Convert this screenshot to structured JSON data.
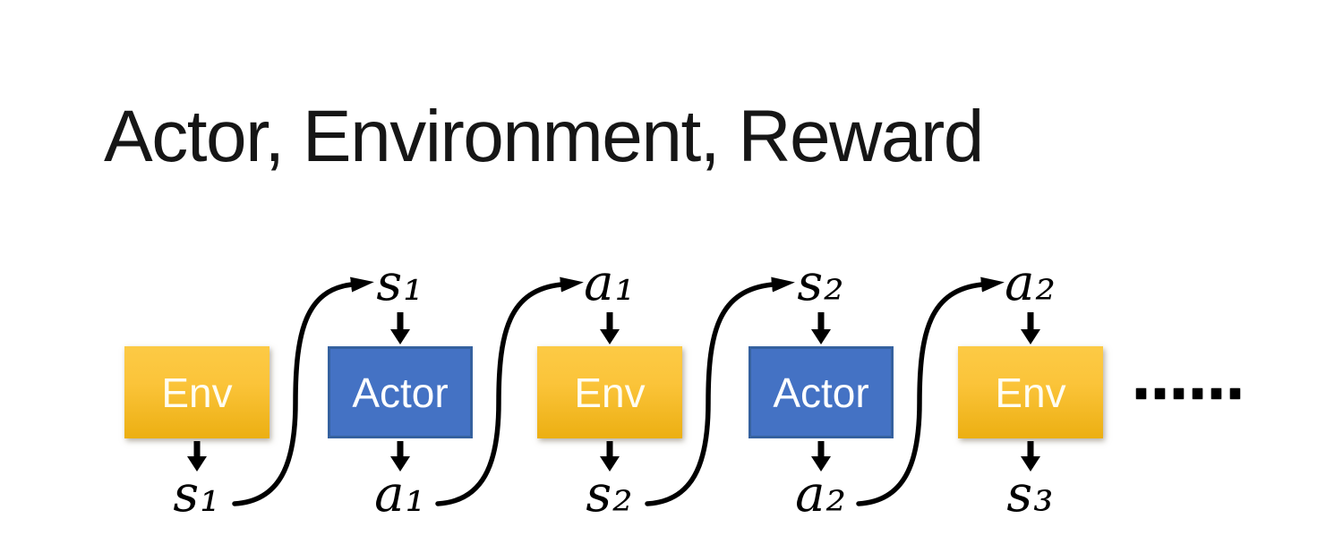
{
  "slide": {
    "title": "Actor, Environment, Reward",
    "ellipsis": "……"
  },
  "diagram": {
    "boxes": [
      {
        "label": "Env"
      },
      {
        "label": "Actor"
      },
      {
        "label": "Env"
      },
      {
        "label": "Actor"
      },
      {
        "label": "Env"
      }
    ],
    "top_labels": [
      "s₁",
      "a₁",
      "s₂",
      "a₂"
    ],
    "bottom_labels": [
      "s₁",
      "a₁",
      "s₂",
      "a₂",
      "s₃"
    ],
    "colors": {
      "env_gradient_top": "#FCCA45",
      "env_gradient_bottom": "#ECAF12",
      "actor_fill": "#4472C4",
      "actor_border": "#35619F",
      "arrow": "#000000",
      "box_text": "#FFFFFF",
      "label_text": "#000000",
      "title_text": "#161616"
    }
  }
}
